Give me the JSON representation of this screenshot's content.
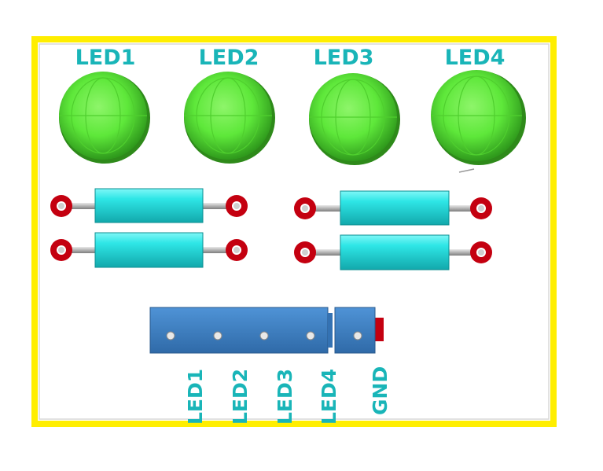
{
  "board": {
    "outline_color": "#ffee00",
    "silkscreen_color": "#19b5b8"
  },
  "leds": {
    "color": "#5ee83a",
    "labels": [
      "LED1",
      "LED2",
      "LED3",
      "LED4"
    ]
  },
  "resistors": {
    "body_color": "#2ee6e6",
    "pad_color": "#c40010"
  },
  "header": {
    "body_color": "#3b7fc4",
    "pin_labels": [
      "LED1",
      "LED2",
      "LED3",
      "LED4",
      "GND"
    ]
  }
}
